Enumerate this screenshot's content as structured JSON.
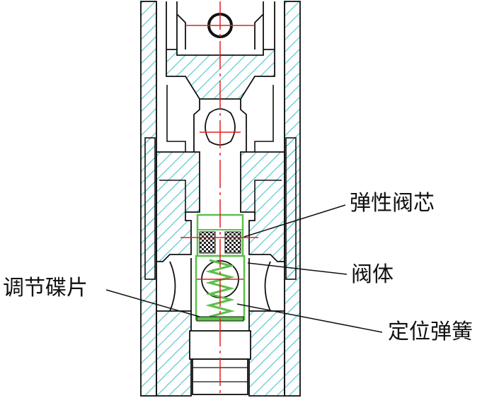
{
  "labels": {
    "elastic_valve_core": "弹性阀芯",
    "valve_body": "阀体",
    "adjusting_disc": "调节碟片",
    "positioning_spring": "定位弹簧"
  },
  "colors": {
    "hatch": "#44b8c4",
    "outline": "#111111",
    "centerline": "#e02020",
    "spring_green": "#5cc04a",
    "checker_dark": "#222222"
  }
}
